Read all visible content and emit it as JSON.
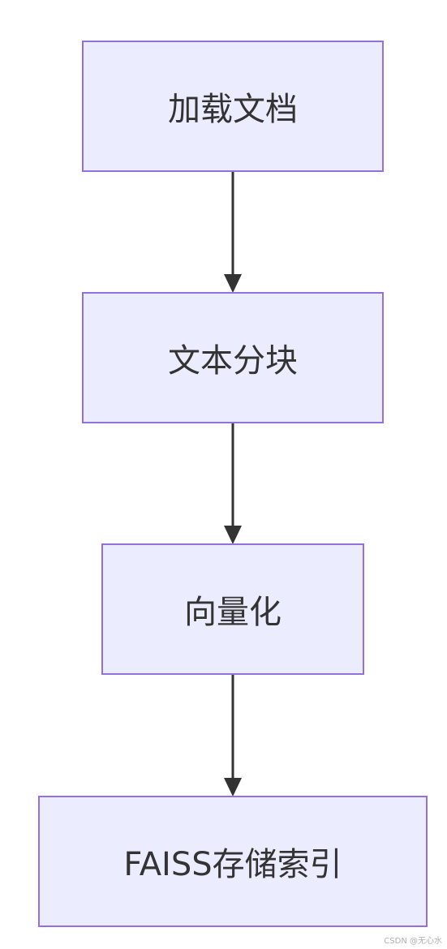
{
  "nodes": [
    {
      "id": "n1",
      "label": "加载文档"
    },
    {
      "id": "n2",
      "label": "文本分块"
    },
    {
      "id": "n3",
      "label": "向量化"
    },
    {
      "id": "n4",
      "label": "FAISS存储索引"
    }
  ],
  "edges": [
    {
      "from": "n1",
      "to": "n2"
    },
    {
      "from": "n2",
      "to": "n3"
    },
    {
      "from": "n3",
      "to": "n4"
    }
  ],
  "watermark": "CSDN @无心水"
}
